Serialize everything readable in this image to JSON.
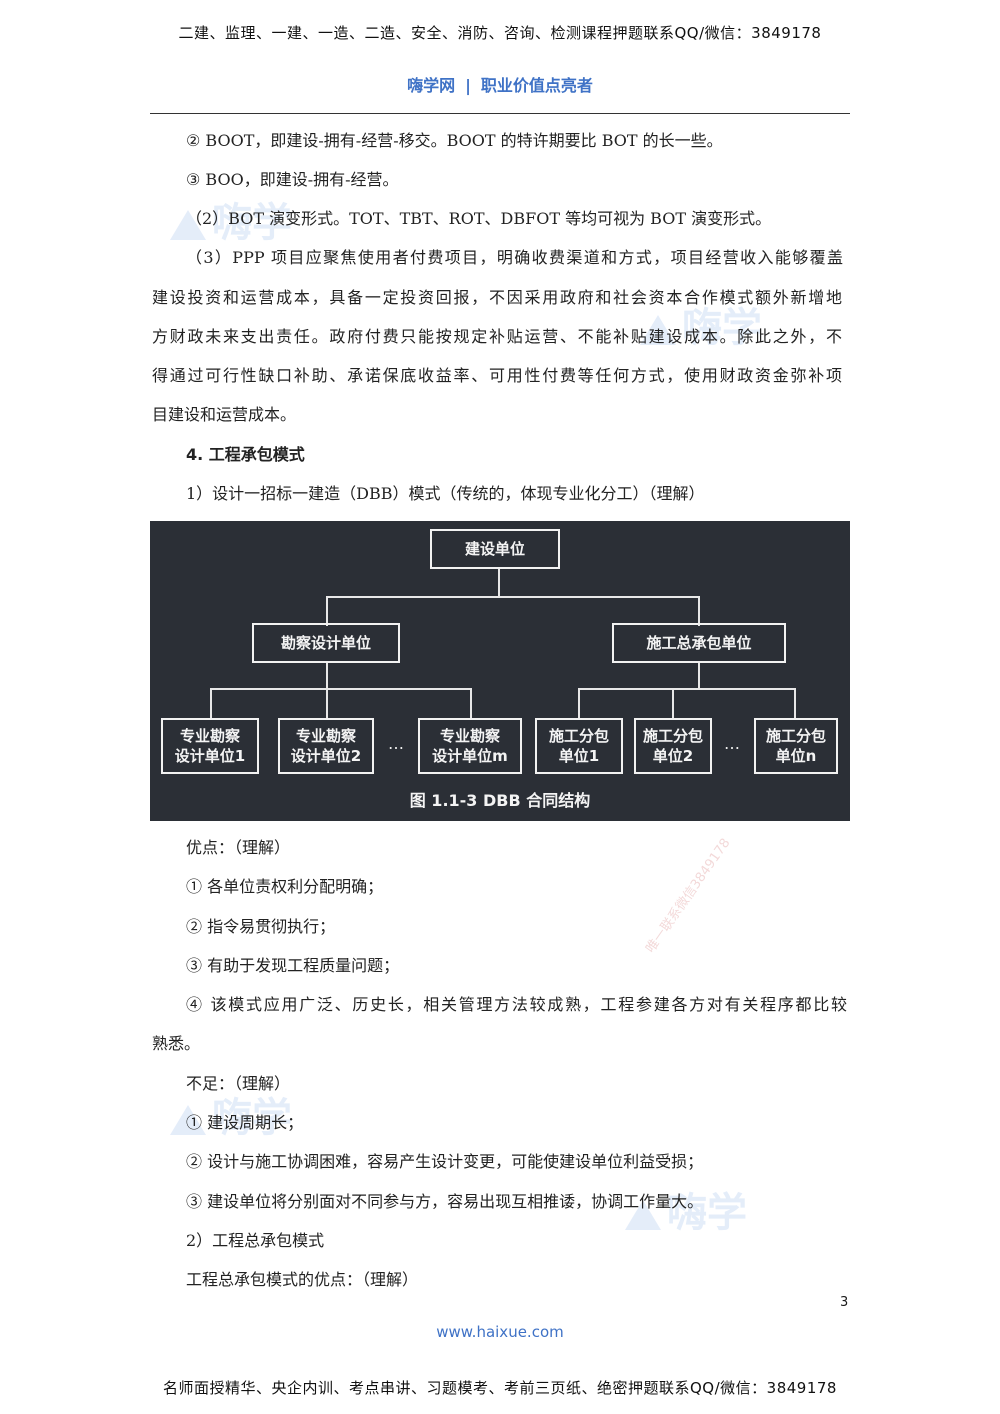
{
  "header": {
    "banner": "二建、监理、一建、一造、二造、安全、消防、咨询、检测课程押题联系QQ/微信：3849178",
    "brand_name": "嗨学网",
    "brand_sep": "|",
    "brand_slogan": "职业价值点亮者"
  },
  "body": {
    "l1": "② BOOT，即建设-拥有-经营-移交。BOOT 的特许期要比 BOT 的长一些。",
    "l2": "③ BOO，即建设-拥有-经营。",
    "l3": "（2）BOT 演变形式。TOT、TBT、ROT、DBFOT 等均可视为 BOT 演变形式。",
    "p3_1": "（3）PPP 项目应聚焦使用者付费项目，明确收费渠道和方式，项目经营收入能够覆盖",
    "p3_2": "建设投资和运营成本，具备一定投资回报，不因采用政府和社会资本合作模式额外新增地",
    "p3_3": "方财政未来支出责任。政府付费只能按规定补贴运营、不能补贴建设成本。除此之外，不",
    "p3_4": "得通过可行性缺口补助、承诺保底收益率、可用性付费等任何方式，使用财政资金弥补项",
    "p3_5": "目建设和运营成本。",
    "heading4": "4.  工程承包模式",
    "sub1": "1）设计一招标一建造（DBB）模式（传统的，体现专业化分工）（理解）",
    "adv_title": "优点：（理解）",
    "adv1": "① 各单位责权利分配明确；",
    "adv2": "② 指令易贯彻执行；",
    "adv3": "③ 有助于发现工程质量问题；",
    "adv4a": "④ 该模式应用广泛、历史长，相关管理方法较成熟，工程参建各方对有关程序都比较",
    "adv4b": "熟悉。",
    "dis_title": "不足：（理解）",
    "dis1": "① 建设周期长；",
    "dis2": "② 设计与施工协调困难，容易产生设计变更，可能使建设单位利益受损；",
    "dis3": "③ 建设单位将分别面对不同参与方，容易出现互相推诿，协调工作量大。",
    "sub2": "2）工程总承包模式",
    "sub2_adv": "工程总承包模式的优点：（理解）"
  },
  "figure": {
    "root": "建设单位",
    "left_mid": "勘察设计单位",
    "right_mid": "施工总承包单位",
    "leaf1a": "专业勘察",
    "leaf1b": "设计单位1",
    "leaf2a": "专业勘察",
    "leaf2b": "设计单位2",
    "leaf3a": "专业勘察",
    "leaf3b": "设计单位m",
    "leaf4a": "施工分包",
    "leaf4b": "单位1",
    "leaf5a": "施工分包",
    "leaf5b": "单位2",
    "leaf6a": "施工分包",
    "leaf6b": "单位n",
    "ellipsis": "…",
    "caption": "图 1.1-3   DBB 合同结构"
  },
  "footer": {
    "page_number": "3",
    "site": "www.haixue.com",
    "banner": "名师面授精华、央企内训、考点串讲、习题模考、考前三页纸、绝密押题联系QQ/微信：3849178"
  },
  "watermarks": {
    "logo_text": "嗨学",
    "diag_text": "唯一联系微信3849178"
  },
  "colors": {
    "brand_blue": "#3f72c6",
    "figure_bg": "#2b2f36"
  }
}
